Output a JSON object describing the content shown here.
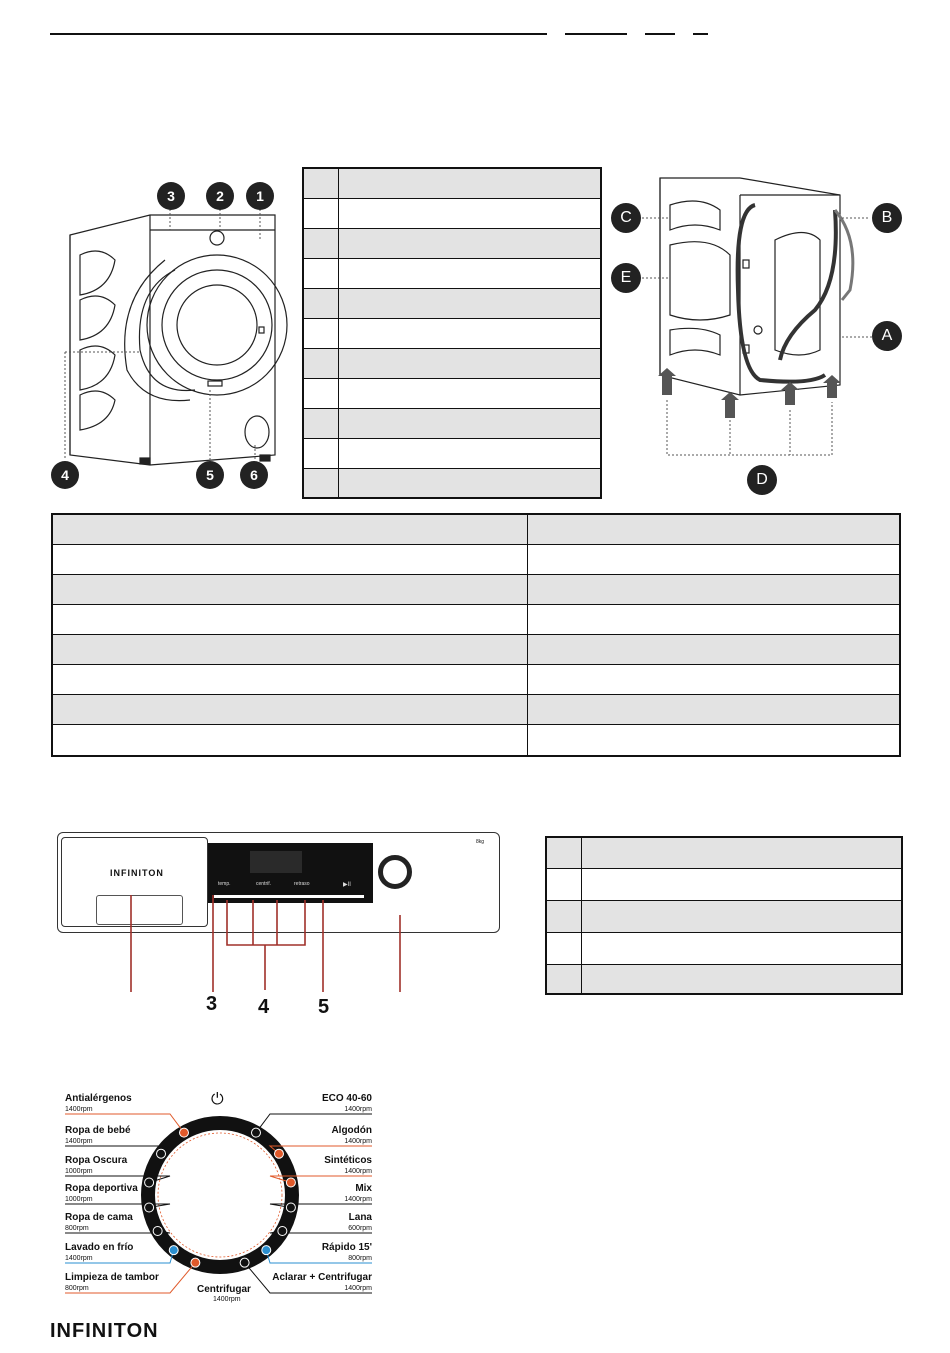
{
  "header_rules": true,
  "front_callouts": {
    "c1": "1",
    "c2": "2",
    "c3": "3",
    "c4": "4",
    "c5": "5",
    "c6": "6"
  },
  "rear_callouts": {
    "a": "A",
    "b": "B",
    "c": "C",
    "d": "D",
    "e": "E"
  },
  "parts_table_rows": 11,
  "spec_table_rows": 8,
  "panel_callouts": {
    "c3": "3",
    "c4": "4",
    "c5": "5"
  },
  "panel": {
    "brand": "INFINITON",
    "display_buttons": {
      "temp": "temp.",
      "spin": "centrif.",
      "delay": "retraso",
      "start": "▶II"
    },
    "small_model": "8kg"
  },
  "legend_table_rows": 5,
  "dial": {
    "power_symbol": "⏻",
    "left_programs": [
      {
        "name": "Antialérgenos",
        "rpm": "1400rpm",
        "color": "#e05a2b"
      },
      {
        "name": "Ropa de bebé",
        "rpm": "1400rpm",
        "color": "#111111"
      },
      {
        "name": "Ropa Oscura",
        "rpm": "1000rpm",
        "color": "#111111"
      },
      {
        "name": "Ropa deportiva",
        "rpm": "1000rpm",
        "color": "#111111"
      },
      {
        "name": "Ropa de cama",
        "rpm": "800rpm",
        "color": "#111111"
      },
      {
        "name": "Lavado en frío",
        "rpm": "1400rpm",
        "color": "#2a8fd0"
      },
      {
        "name": "Limpieza de tambor",
        "rpm": "800rpm",
        "color": "#e05a2b"
      }
    ],
    "right_programs": [
      {
        "name": "ECO 40-60",
        "rpm": "1400rpm",
        "color": "#111111"
      },
      {
        "name": "Algodón",
        "rpm": "1400rpm",
        "color": "#e05a2b"
      },
      {
        "name": "Sintéticos",
        "rpm": "1400rpm",
        "color": "#e05a2b"
      },
      {
        "name": "Mix",
        "rpm": "1400rpm",
        "color": "#111111"
      },
      {
        "name": "Lana",
        "rpm": "600rpm",
        "color": "#111111"
      },
      {
        "name": "Rápido 15'",
        "rpm": "800rpm",
        "color": "#2a8fd0"
      },
      {
        "name": "Aclarar + Centrifugar",
        "rpm": "1400rpm",
        "color": "#111111"
      }
    ],
    "bottom_program": {
      "name": "Centrifugar",
      "rpm": "1400rpm"
    }
  },
  "footer_brand": "INFINITON"
}
